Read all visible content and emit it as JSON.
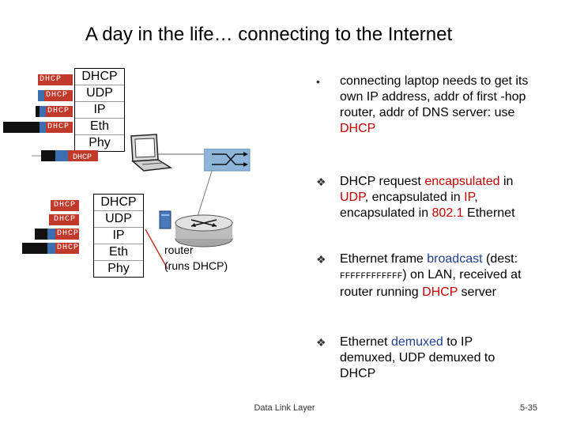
{
  "title": "A day in the life… connecting to the Internet",
  "laptop_stack": [
    "DHCP",
    "UDP",
    "IP",
    "Eth",
    "Phy"
  ],
  "router_stack": [
    "DHCP",
    "UDP",
    "IP",
    "Eth",
    "Phy"
  ],
  "frag_label": "DHCP",
  "router_label": "router\n(runs DHCP)",
  "bullets": [
    {
      "segments": [
        {
          "t": "connecting laptop needs to get its own IP address, addr of first -hop router, addr of DNS server: use "
        },
        {
          "t": "DHCP",
          "c": "red"
        }
      ]
    },
    {
      "segments": [
        {
          "t": "DHCP request "
        },
        {
          "t": "encapsulated",
          "c": "red"
        },
        {
          "t": " in "
        },
        {
          "t": "UDP",
          "c": "red"
        },
        {
          "t": ", encapsulated in "
        },
        {
          "t": "IP",
          "c": "red"
        },
        {
          "t": ", encapsulated in "
        },
        {
          "t": "802.1",
          "c": "red"
        },
        {
          "t": " Ethernet"
        }
      ]
    },
    {
      "segments": [
        {
          "t": "Ethernet frame "
        },
        {
          "t": "broadcast",
          "c": "navy"
        },
        {
          "t": " (dest: "
        },
        {
          "t": "FFFFFFFFFFFF",
          "c": "mono"
        },
        {
          "t": ") on LAN, received at router running "
        },
        {
          "t": "DHCP",
          "c": "red"
        },
        {
          "t": " server"
        }
      ]
    },
    {
      "segments": [
        {
          "t": "Ethernet "
        },
        {
          "t": "demuxed",
          "c": "navy"
        },
        {
          "t": " to IP demuxed, UDP demuxed to DHCP"
        }
      ]
    }
  ],
  "footer_center": "Data Link Layer",
  "footer_right": "5-35",
  "colors": {
    "frame_red": "#c0392b",
    "ip_blue": "#3d6fb0",
    "header_black": "#111111",
    "text_red": "#c00000",
    "text_navy": "#1f3f8f"
  },
  "icons": [
    "laptop-icon",
    "switch-icon",
    "router-icon",
    "server-icon"
  ]
}
